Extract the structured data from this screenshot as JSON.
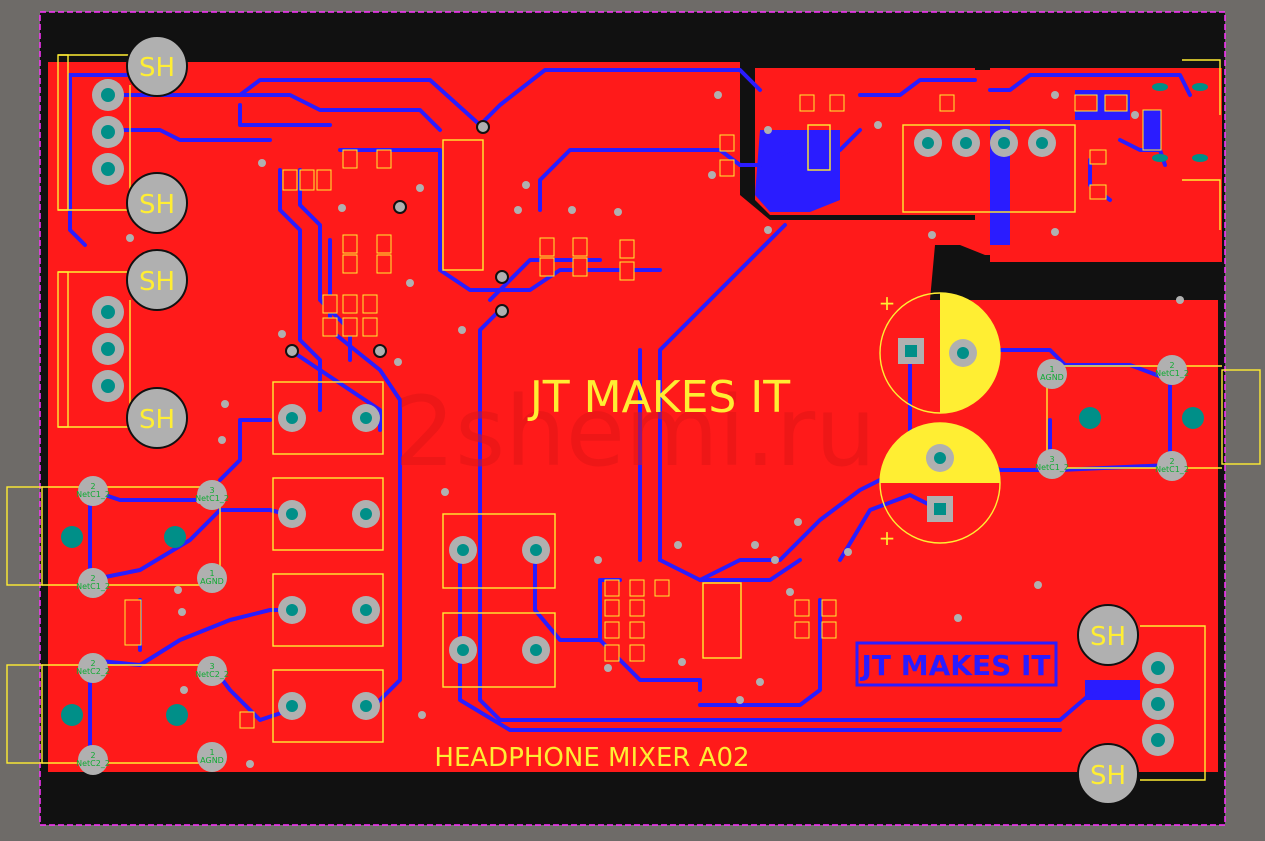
{
  "board": {
    "colors": {
      "background": "#6e6b68",
      "board_fill": "#111111",
      "copper_top": "#ff1a1a",
      "trace_bottom": "#2a1cff",
      "silkscreen": "#ffee33",
      "pad": "#b0b0b0",
      "via_hole": "#008f88",
      "outline": "#ff33ff"
    }
  },
  "silkscreen": {
    "title_large": "JT MAKES IT",
    "title_boxed": "JT MAKES IT",
    "product": "HEADPHONE MIXER A02",
    "watermark": "2shemi.ru",
    "shield_label": "SH",
    "plus_sign": "+"
  },
  "pad_labels": {
    "n1": "1",
    "n2": "2",
    "n3": "3",
    "agnd": "AGND",
    "net_a": "NetC1_2",
    "net_b": "NetC2_2"
  }
}
